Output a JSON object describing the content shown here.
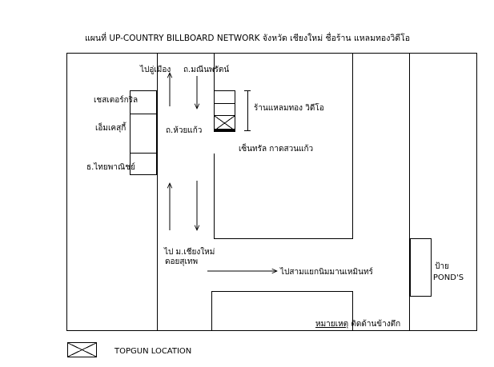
{
  "title": "แผนที่ UP-COUNTRY BILLBOARD NETWORK จังหวัด เชียงใหม่ ชื่อร้าน แหลมทองวิดีโอ",
  "labels": {
    "to_city": "ไปอู่เมือง",
    "manin_rd": "ถ.มณีนพรัตน์",
    "chester_grill": "เชสเตอร์กริล",
    "mk_suki": "เอ็มเคสุกี้",
    "thai_bank": "ธ.ไทยพาณิชย์",
    "huay_kaew_rd": "ถ.ห้วยแก้ว",
    "shop_name": "ร้านแหลมทอง วิดีโอ",
    "central_kad_suan_kaew": "เซ็นทรัล กาดสวนแก้ว",
    "to_cmu_line1": "ไป ม.เชียงใหม่",
    "to_cmu_line2": "ดอยสุเทพ",
    "to_junction": "ไปสามแยกนิมมานเหมินทร์",
    "sign_line1": "ป้าย",
    "sign_line2": "POND'S",
    "note_label": "หมายเหตุ",
    "note_text": " ติดด้านข้างตึก"
  },
  "legend": {
    "location_label": "TOPGUN LOCATION",
    "marker_icon": "cross-box-icon"
  },
  "colors": {
    "ink": "#000000",
    "background": "#ffffff"
  }
}
